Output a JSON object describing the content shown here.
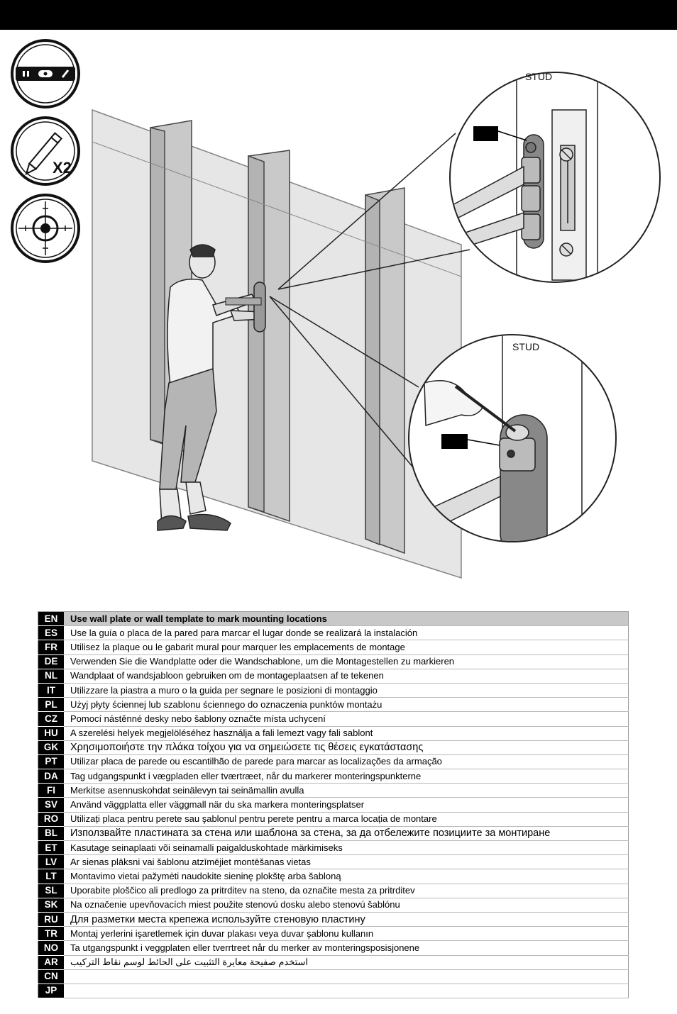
{
  "illustration": {
    "x2_label": "X2",
    "stud_label_top": "STUD",
    "stud_label_bottom": "STUD"
  },
  "instructions": [
    {
      "code": "EN",
      "text": "Use wall plate or wall template to mark mounting locations"
    },
    {
      "code": "ES",
      "text": "Use la guía o placa de la pared para marcar el lugar donde se realizará la instalación"
    },
    {
      "code": "FR",
      "text": "Utilisez la plaque ou le gabarit mural pour marquer les emplacements de montage"
    },
    {
      "code": "DE",
      "text": "Verwenden Sie die Wandplatte oder die Wandschablone, um die Montagestellen zu markieren"
    },
    {
      "code": "NL",
      "text": "Wandplaat of wandsjabloon gebruiken om de montageplaatsen af te tekenen"
    },
    {
      "code": "IT",
      "text": "Utilizzare la piastra a muro o la guida per segnare le posizioni di montaggio"
    },
    {
      "code": "PL",
      "text": "Użyj płyty ściennej lub szablonu ściennego do oznaczenia punktów montażu"
    },
    {
      "code": "CZ",
      "text": "Pomocí nástěnné desky nebo šablony označte místa uchycení"
    },
    {
      "code": "HU",
      "text": "A szerelési helyek megjelöléséhez használja a fali lemezt vagy fali sablont"
    },
    {
      "code": "GK",
      "text": "Χρησιμοποιήστε την πλάκα τοίχου για να σημειώσετε τις θέσεις εγκατάστασης"
    },
    {
      "code": "PT",
      "text": "Utilizar placa de parede ou escantilhão de parede para marcar as localizações da armação"
    },
    {
      "code": "DA",
      "text": "Tag udgangspunkt i vægpladen eller tværtræet, når du markerer monteringspunkterne"
    },
    {
      "code": "FI",
      "text": "Merkitse asennuskohdat seinälevyn tai seinämallin avulla"
    },
    {
      "code": "SV",
      "text": "Använd väggplatta eller väggmall när du ska markera monteringsplatser"
    },
    {
      "code": "RO",
      "text": "Utilizați placa pentru perete sau şablonul pentru perete pentru a marca locația de montare"
    },
    {
      "code": "BL",
      "text": "Използвайте пластината за стена или шаблона за стена, за да отбележите позициите за монтиране"
    },
    {
      "code": "ET",
      "text": "Kasutage seinaplaati või seinamalli paigalduskohtade märkimiseks"
    },
    {
      "code": "LV",
      "text": "Ar sienas plāksni vai šablonu atzīmējiet montēšanas vietas"
    },
    {
      "code": "LT",
      "text": "Montavimo vietai pažymėti naudokite sieninę plokštę arba šabloną"
    },
    {
      "code": "SL",
      "text": "Uporabite ploščico ali predlogo za pritrditev na steno, da označite mesta za pritrditev"
    },
    {
      "code": "SK",
      "text": "Na označenie upevňovacích miest použite stenovú dosku alebo stenovú šablónu"
    },
    {
      "code": "RU",
      "text": "Для разметки места крепежа используйте стеновую пластину"
    },
    {
      "code": "TR",
      "text": "Montaj yerlerini işaretlemek için duvar plakası veya duvar şablonu kullanın"
    },
    {
      "code": "NO",
      "text": "Ta utgangspunkt i veggplaten eller tverrtreet når du merker av monteringsposisjonene"
    },
    {
      "code": "AR",
      "text": "استخدم صفيحة معايرة التثبيت على الحائط لوسم نقاط التركيب"
    },
    {
      "code": "CN",
      "text": ""
    },
    {
      "code": "JP",
      "text": ""
    }
  ]
}
